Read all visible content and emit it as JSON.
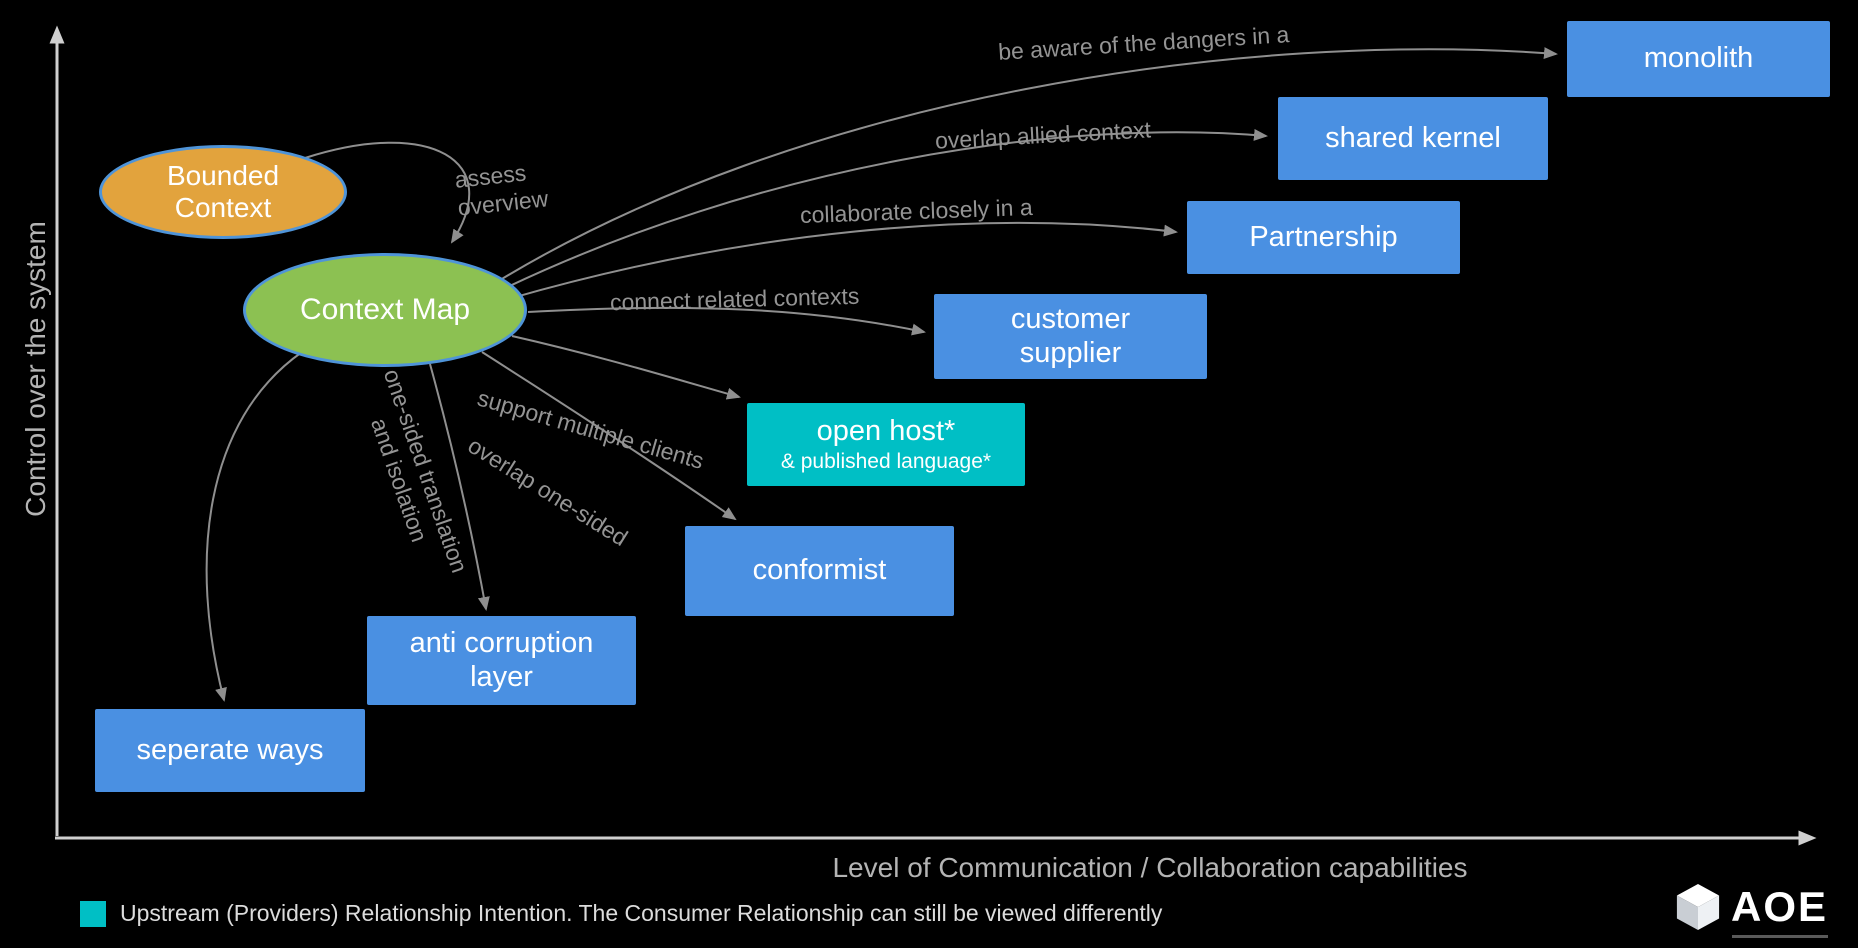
{
  "axes": {
    "y_label": "Control over the system",
    "x_label": "Level of Communication / Collaboration capabilities"
  },
  "nodes": {
    "bounded_context": {
      "label_line1": "Bounded",
      "label_line2": "Context",
      "color": "#E2A33D"
    },
    "context_map": {
      "label": "Context Map",
      "color": "#8CC152"
    },
    "monolith": {
      "label": "monolith",
      "color": "#4A90E2"
    },
    "shared_kernel": {
      "label": "shared kernel",
      "color": "#4A90E2"
    },
    "partnership": {
      "label": "Partnership",
      "color": "#4A90E2"
    },
    "customer_supplier": {
      "label_line1": "customer",
      "label_line2": "supplier",
      "color": "#4A90E2"
    },
    "open_host": {
      "label_line1": "open host*",
      "label_line2": "& published language*",
      "color": "#00BFC5"
    },
    "conformist": {
      "label": "conformist",
      "color": "#4A90E2"
    },
    "anti_corruption": {
      "label_line1": "anti corruption",
      "label_line2": "layer",
      "color": "#4A90E2"
    },
    "seperate_ways": {
      "label": "seperate ways",
      "color": "#4A90E2"
    }
  },
  "edges": {
    "assess": {
      "label_line1": "assess",
      "label_line2": "overview"
    },
    "monolith": {
      "label": "be aware of the dangers in a"
    },
    "shared_kernel": {
      "label": "overlap allied context"
    },
    "partnership": {
      "label": "collaborate closely in a"
    },
    "customer_supplier": {
      "label": "connect related contexts"
    },
    "open_host": {
      "label": "support multiple clients"
    },
    "conformist": {
      "label": "overlap one-sided"
    },
    "anti_corruption": {
      "label_line1": "one-sided translation",
      "label_line2": "and isolation"
    }
  },
  "legend": {
    "swatch_color": "#00BFC5",
    "text": "Upstream (Providers) Relationship Intention. The Consumer Relationship can still be viewed differently"
  },
  "logo": {
    "text": "AOE"
  },
  "colors": {
    "background": "#000000",
    "box_blue": "#4A90E2",
    "box_teal": "#00BFC5",
    "ellipse_orange": "#E2A33D",
    "ellipse_green": "#8CC152",
    "ellipse_border": "#4F94D8",
    "arrow_gray": "#8F8F8F",
    "axis_gray": "#CFCFCF",
    "label_gray": "#949494"
  }
}
